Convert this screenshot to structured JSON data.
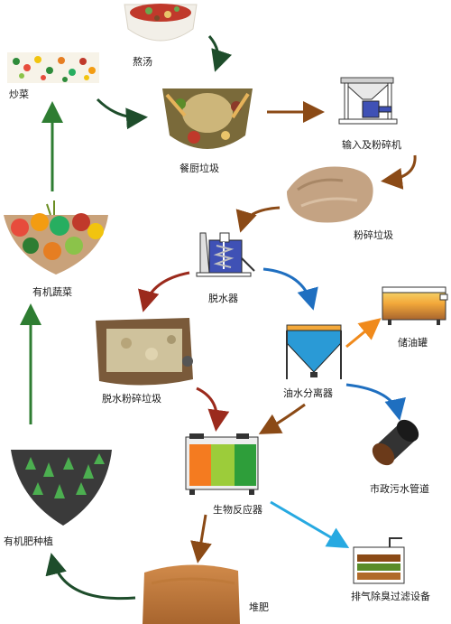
{
  "labels": {
    "soup": "熬汤",
    "stir_fry": "炒菜",
    "kitchen_waste": "餐厨垃圾",
    "crusher": "输入及粉碎机",
    "crushed_waste": "粉碎垃圾",
    "dehydrator": "脱水器",
    "dewatered_waste": "脱水粉碎垃圾",
    "oil_tank": "储油罐",
    "oil_water_separator": "油水分离器",
    "sewer": "市政污水管道",
    "bioreactor": "生物反应器",
    "deodor_filter": "排气除臭过滤设备",
    "compost": "堆肥",
    "organic_planting": "有机肥种植",
    "organic_vegetables": "有机蔬菜"
  },
  "colors": {
    "flow_brown": "#8b4a16",
    "flow_red": "#9b2a1c",
    "flow_blue": "#1f6fc0",
    "flow_orange": "#f08a1c",
    "flow_cyan": "#27a9e1",
    "flow_green": "#2e7d32",
    "flow_darkgreen": "#1e4d2b"
  }
}
